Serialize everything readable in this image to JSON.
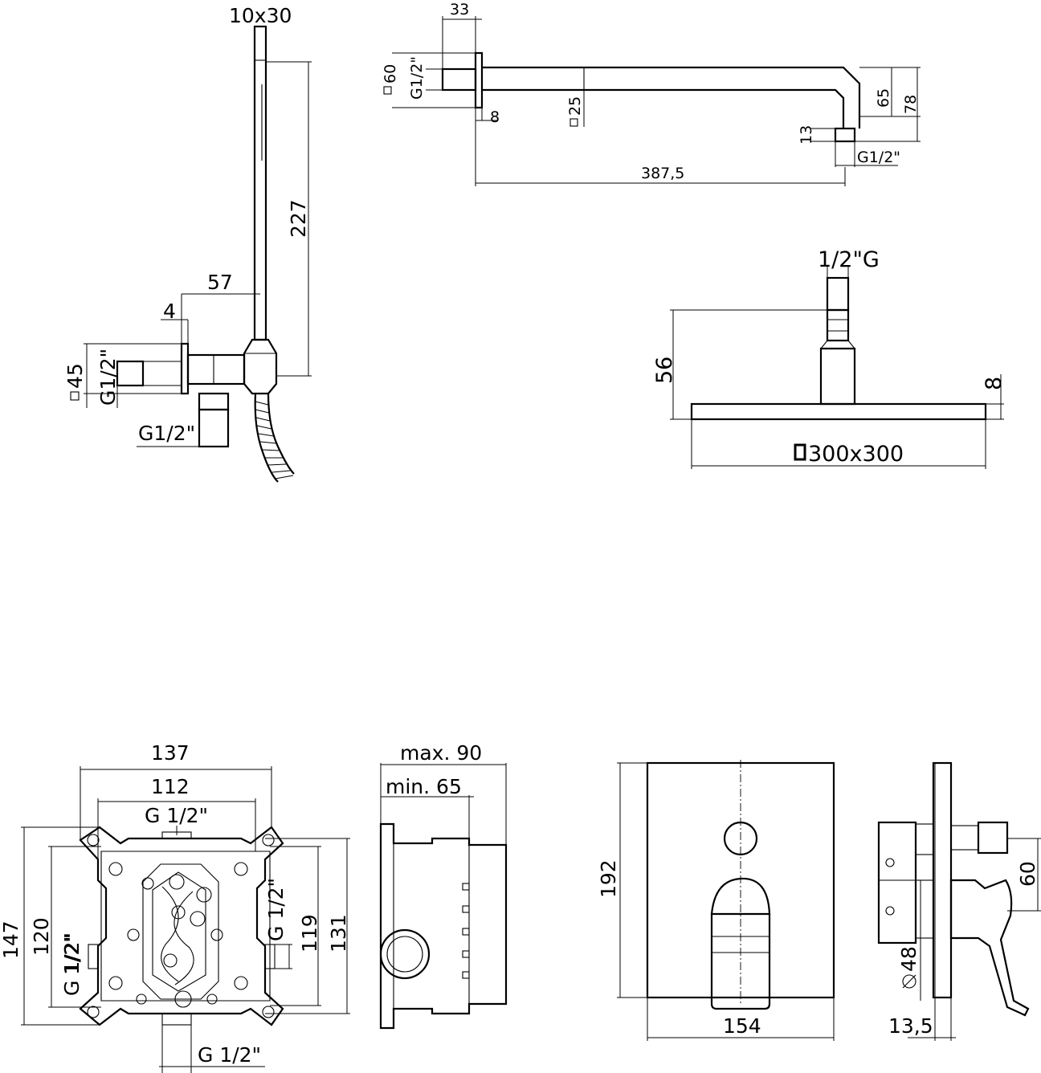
{
  "hand_shower": {
    "head_size": "10x30",
    "length": "227",
    "offset": "57",
    "flange": "4",
    "plate": "45",
    "thread_wall": "G1/2\"",
    "thread_outlet": "G1/2\""
  },
  "shower_arm": {
    "flange_width": "33",
    "flange_size": "60",
    "thread_inlet": "G1/2\"",
    "flange_thickness": "8",
    "tube": "25",
    "drop": "65",
    "total_height": "78",
    "nipple": "13",
    "thread_outlet": "G1/2\"",
    "length": "387,5"
  },
  "shower_head": {
    "thread": "1/2\"G",
    "height": "56",
    "thickness": "8",
    "size": "300x300"
  },
  "concealed_body": {
    "width_outer": "137",
    "width_inner": "112",
    "thread_top": "G 1/2\"",
    "height_outer": "147",
    "height_inner": "120",
    "thread_left_top": "1/2\"",
    "thread_left": "G 1/2\"",
    "thread_right": "G 1/2\"",
    "height_119": "119",
    "height_131": "131",
    "thread_bottom": "G 1/2\"",
    "depth_max": "max. 90",
    "depth_min": "min. 65"
  },
  "mixer_plate": {
    "height": "192",
    "width": "154",
    "diverter_offset": "60",
    "handle_diameter": "48",
    "plate_thickness": "13,5"
  }
}
